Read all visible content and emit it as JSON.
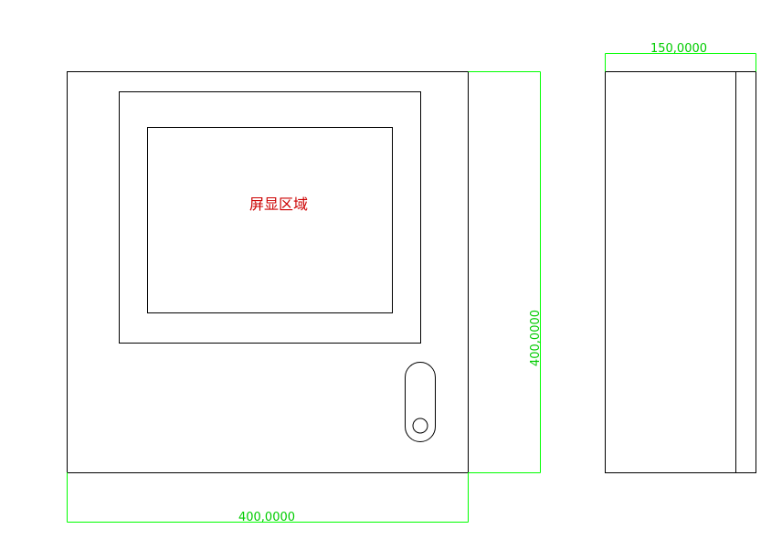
{
  "drawing": {
    "screen_label": "屏显区域",
    "dim_front_width": "400,0000",
    "dim_front_height": "400,0000",
    "dim_side_depth": "150,0000"
  },
  "colors": {
    "outline": "#000000",
    "dimension": "#00ff00",
    "label": "#cc0000"
  }
}
